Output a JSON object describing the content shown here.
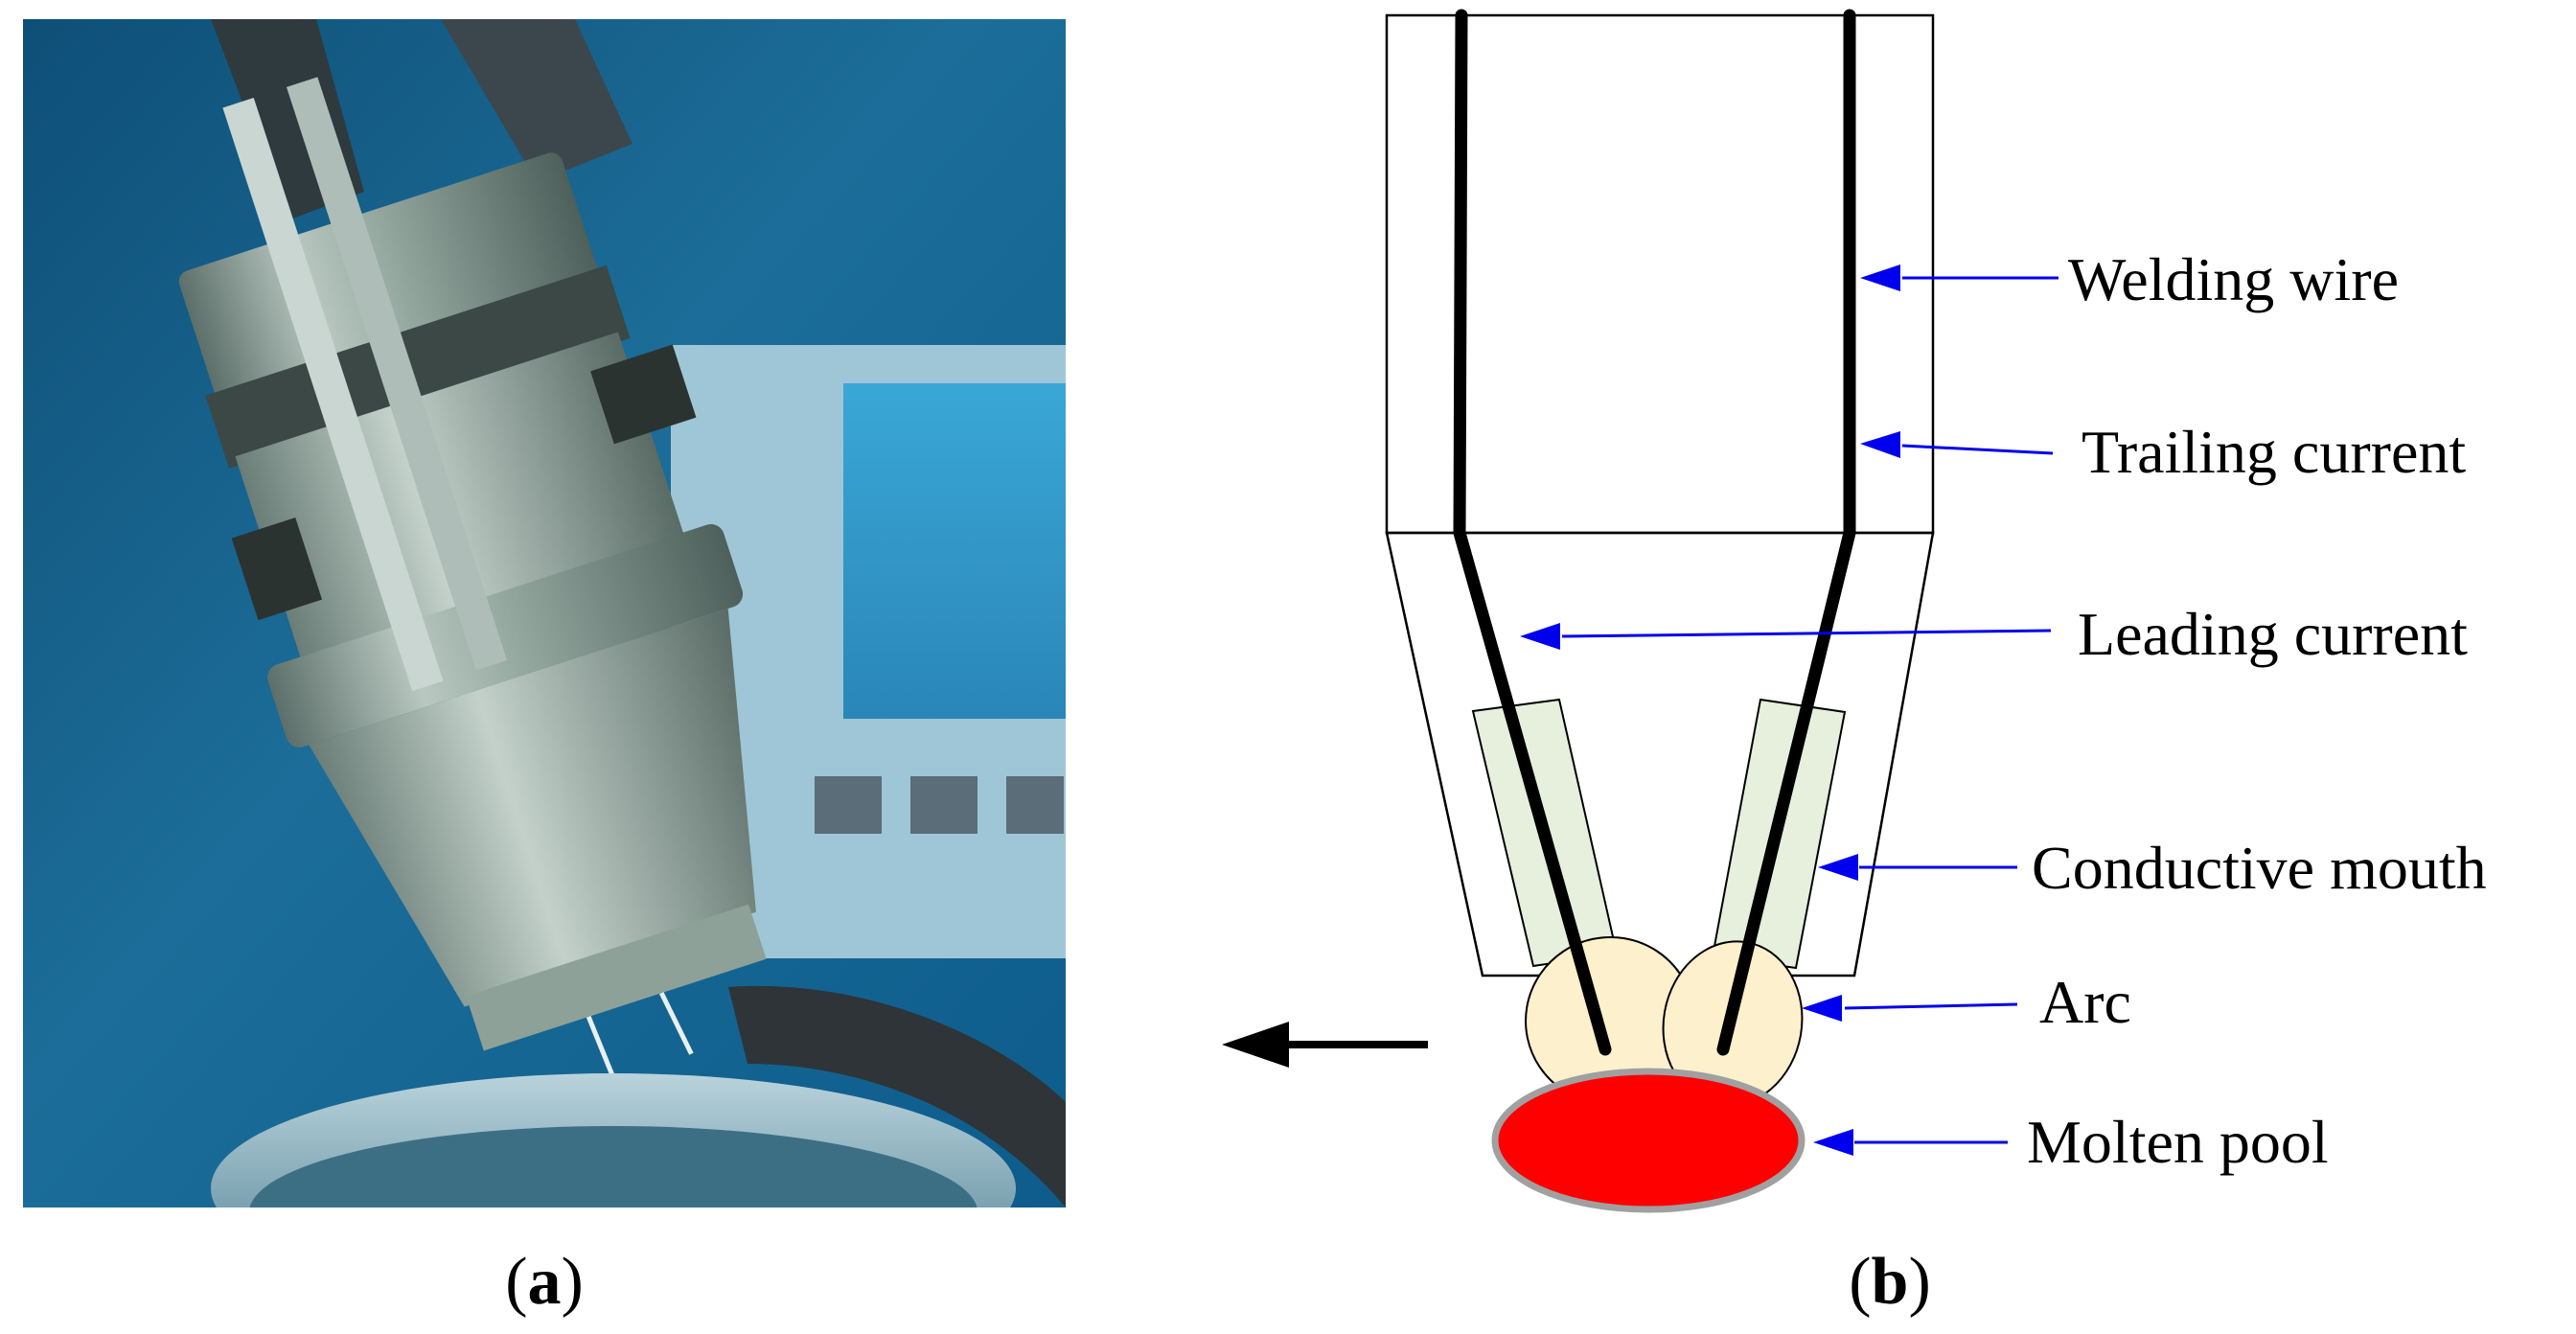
{
  "panel_a": {
    "caption_open": "(",
    "caption_letter": "a",
    "caption_close": ")"
  },
  "panel_b": {
    "caption_open": "(",
    "caption_letter": "b",
    "caption_close": ")",
    "labels": {
      "welding_wire": "Welding wire",
      "trailing_current": "Trailing current",
      "leading_current": "Leading current",
      "conductive_mouth": "Conductive mouth",
      "arc": "Arc",
      "molten_pool": "Molten pool"
    }
  },
  "colors": {
    "leader_arrow": "#0000ee",
    "molten_pool": "#ff0000",
    "molten_pool_rim": "#a0a0a0",
    "arc": "#fdf0cc",
    "conductive_mouth": "#e6f0dc",
    "wire": "#000000",
    "photo_background": "#1c6d99"
  }
}
